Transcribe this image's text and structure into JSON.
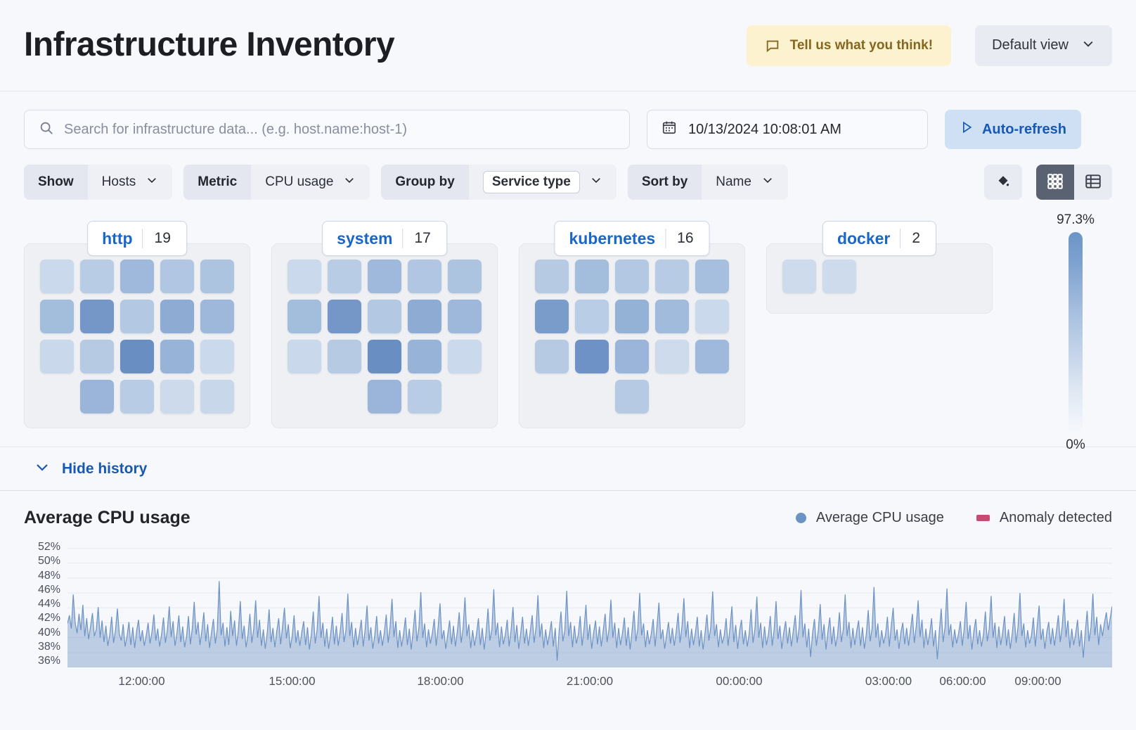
{
  "header": {
    "title": "Infrastructure Inventory",
    "feedback_label": "Tell us what you think!",
    "feedback_icon": "comment-icon",
    "view_label": "Default view",
    "view_icon": "chevron-down-icon"
  },
  "search": {
    "placeholder": "Search for infrastructure data... (e.g. host.name:host-1)",
    "value": "",
    "icon": "search-icon",
    "date_value": "10/13/2024 10:08:01 AM",
    "date_icon": "calendar-icon",
    "refresh_label": "Auto-refresh",
    "refresh_icon": "play-icon"
  },
  "filters": [
    {
      "label": "Show",
      "value": "Hosts",
      "boxed": false,
      "icon": "chevron-down-icon"
    },
    {
      "label": "Metric",
      "value": "CPU usage",
      "boxed": false,
      "icon": "chevron-down-icon"
    },
    {
      "label": "Group by",
      "value": "Service type",
      "boxed": true,
      "icon": "chevron-down-icon"
    },
    {
      "label": "Sort by",
      "value": "Name",
      "boxed": false,
      "icon": "chevron-down-icon"
    }
  ],
  "tools": {
    "palette_icon": "color-fill-icon",
    "grid_icon": "grid-view-icon",
    "table_icon": "table-view-icon",
    "active_view": "grid"
  },
  "legend_scale": {
    "max": "97.3%",
    "min": "0%"
  },
  "groups": [
    {
      "name": "http",
      "count": "19",
      "cells": [
        0.22,
        0.36,
        0.55,
        0.42,
        0.45,
        0.52,
        0.78,
        0.4,
        0.66,
        0.56,
        0.23,
        0.38,
        0.86,
        0.6,
        0.22,
        0.58,
        0.36,
        0.21,
        0.24
      ]
    },
    {
      "name": "system",
      "count": "17",
      "cells": [
        0.22,
        0.36,
        0.55,
        0.42,
        0.45,
        0.52,
        0.78,
        0.4,
        0.66,
        0.56,
        0.23,
        0.38,
        0.86,
        0.6,
        0.22,
        0.58,
        0.36
      ]
    },
    {
      "name": "kubernetes",
      "count": "16",
      "cells": [
        0.38,
        0.52,
        0.4,
        0.37,
        0.5,
        0.75,
        0.35,
        0.62,
        0.53,
        0.22,
        0.38,
        0.82,
        0.58,
        0.2,
        0.55,
        0.38
      ]
    },
    {
      "name": "docker",
      "count": "2",
      "cells": [
        0.2,
        0.2
      ]
    }
  ],
  "history": {
    "toggle_label": "Hide history",
    "toggle_icon": "chevron-down-icon"
  },
  "chart_data": {
    "type": "area",
    "title": "Average CPU usage",
    "xlabel": "",
    "ylabel": "",
    "ylim": [
      36,
      53
    ],
    "grid": true,
    "legend_position": "top-right",
    "legend": [
      {
        "name": "Average CPU usage",
        "color": "#6D92C4",
        "marker": "circle"
      },
      {
        "name": "Anomaly detected",
        "color": "#C64A72",
        "marker": "square"
      }
    ],
    "ytick_labels": [
      "52%",
      "50%",
      "48%",
      "46%",
      "44%",
      "42%",
      "40%",
      "38%",
      "36%"
    ],
    "yticks": [
      52,
      50,
      48,
      46,
      44,
      42,
      40,
      38,
      36
    ],
    "xtick_labels": [
      "12:00:00",
      "15:00:00",
      "18:00:00",
      "21:00:00",
      "00:00:00",
      "03:00:00",
      "06:00:00",
      "09:00:00"
    ],
    "xtick_positions": [
      0.071,
      0.215,
      0.357,
      0.5,
      0.643,
      0.786,
      0.857,
      0.929
    ],
    "series": [
      {
        "name": "Average CPU usage",
        "color": "#6D92C4",
        "values": [
          41.9,
          43.0,
          41.2,
          45.8,
          42.0,
          40.6,
          43.2,
          41.0,
          44.4,
          40.2,
          42.6,
          39.8,
          41.5,
          43.3,
          40.2,
          41.1,
          44.1,
          40.0,
          42.3,
          39.4,
          41.6,
          38.9,
          40.4,
          42.8,
          39.3,
          41.0,
          43.9,
          40.5,
          39.6,
          41.8,
          38.8,
          40.2,
          42.1,
          39.0,
          41.4,
          38.6,
          40.9,
          42.4,
          39.5,
          41.0,
          38.9,
          40.3,
          42.0,
          39.2,
          40.8,
          43.1,
          39.6,
          41.2,
          38.8,
          40.5,
          42.7,
          39.3,
          41.0,
          44.2,
          40.1,
          42.2,
          38.9,
          40.6,
          43.0,
          39.4,
          41.5,
          38.7,
          40.2,
          42.9,
          39.1,
          41.3,
          44.8,
          40.4,
          42.1,
          39.0,
          41.0,
          43.4,
          39.5,
          41.8,
          38.6,
          40.7,
          42.5,
          39.2,
          41.1,
          47.6,
          40.3,
          42.0,
          38.8,
          41.4,
          39.0,
          43.6,
          40.2,
          42.3,
          38.9,
          41.0,
          44.9,
          39.8,
          41.6,
          38.7,
          40.4,
          43.2,
          39.3,
          41.2,
          45.0,
          40.0,
          42.4,
          38.9,
          41.1,
          38.5,
          40.6,
          43.8,
          39.4,
          41.3,
          38.7,
          40.9,
          42.6,
          39.1,
          41.5,
          44.0,
          39.9,
          41.8,
          38.6,
          40.2,
          43.0,
          39.3,
          41.0,
          38.9,
          40.7,
          42.2,
          39.0,
          41.4,
          38.4,
          40.5,
          43.5,
          39.2,
          41.1,
          45.6,
          40.0,
          42.0,
          38.8,
          41.2,
          38.5,
          40.4,
          42.8,
          39.1,
          41.6,
          38.9,
          40.8,
          43.3,
          39.4,
          41.0,
          45.9,
          40.2,
          42.1,
          38.7,
          41.3,
          39.0,
          40.6,
          42.4,
          38.8,
          41.1,
          44.3,
          39.6,
          41.4,
          38.5,
          40.3,
          42.9,
          39.2,
          41.0,
          38.9,
          40.7,
          43.1,
          39.3,
          41.5,
          45.2,
          40.1,
          42.2,
          38.6,
          41.0,
          38.8,
          40.5,
          42.7,
          39.0,
          41.2,
          38.4,
          40.9,
          43.7,
          39.5,
          41.3,
          46.1,
          40.0,
          41.9,
          38.7,
          41.1,
          39.2,
          40.6,
          42.5,
          38.9,
          41.4,
          44.6,
          39.8,
          41.0,
          38.5,
          40.4,
          42.3,
          39.1,
          41.6,
          38.8,
          40.8,
          43.4,
          39.3,
          41.2,
          45.4,
          40.2,
          41.8,
          38.6,
          41.0,
          38.9,
          40.5,
          42.6,
          39.0,
          41.3,
          38.4,
          40.7,
          43.9,
          39.6,
          41.1,
          46.5,
          40.3,
          42.0,
          38.7,
          41.5,
          39.1,
          40.4,
          42.4,
          38.8,
          41.0,
          44.1,
          39.4,
          41.7,
          38.5,
          40.6,
          42.8,
          39.2,
          41.2,
          38.9,
          40.9,
          43.0,
          39.3,
          41.4,
          45.7,
          40.1,
          41.9,
          38.6,
          41.1,
          39.0,
          40.5,
          42.2,
          38.8,
          41.3,
          36.9,
          40.8,
          43.5,
          39.5,
          41.0,
          46.3,
          40.2,
          42.1,
          38.7,
          41.6,
          39.2,
          40.4,
          42.9,
          38.9,
          41.2,
          44.4,
          39.7,
          41.8,
          38.5,
          40.7,
          42.3,
          39.1,
          41.5,
          38.8,
          41.0,
          43.2,
          39.4,
          41.1,
          45.1,
          40.0,
          42.0,
          38.6,
          41.3,
          39.0,
          40.6,
          42.7,
          38.9,
          41.4,
          38.4,
          40.9,
          43.6,
          39.5,
          41.2,
          46.0,
          40.3,
          41.9,
          38.7,
          41.0,
          39.1,
          40.5,
          42.5,
          38.8,
          41.6,
          44.7,
          39.8,
          41.1,
          38.5,
          40.4,
          42.1,
          39.2,
          41.3,
          38.9,
          40.8,
          43.3,
          39.3,
          41.5,
          45.3,
          40.1,
          42.2,
          38.6,
          41.2,
          39.0,
          40.7,
          42.8,
          38.8,
          41.0,
          38.4,
          40.6,
          43.1,
          39.6,
          41.4,
          46.2,
          40.2,
          41.8,
          38.7,
          41.1,
          39.2,
          40.3,
          42.6,
          38.9,
          41.3,
          44.2,
          39.4,
          41.7,
          38.5,
          40.9,
          42.4,
          39.1,
          41.0,
          38.8,
          40.5,
          43.8,
          39.3,
          41.2,
          45.5,
          40.0,
          42.0,
          38.6,
          41.5,
          39.0,
          40.4,
          42.9,
          38.9,
          41.1,
          44.9,
          39.8,
          41.6,
          38.5,
          40.7,
          42.2,
          39.2,
          41.4,
          38.8,
          41.0,
          43.0,
          39.3,
          41.3,
          46.4,
          40.1,
          41.9,
          38.7,
          41.2,
          37.4,
          40.6,
          42.5,
          38.9,
          41.0,
          44.5,
          39.7,
          41.8,
          38.4,
          40.8,
          42.7,
          39.1,
          41.5,
          38.8,
          40.3,
          43.4,
          39.4,
          41.1,
          45.8,
          40.2,
          42.1,
          38.6,
          41.3,
          39.0,
          40.9,
          42.3,
          38.9,
          41.4,
          38.5,
          40.5,
          43.7,
          39.5,
          41.2,
          46.8,
          40.0,
          41.9,
          38.7,
          41.0,
          39.2,
          40.4,
          42.8,
          38.8,
          41.6,
          44.0,
          39.6,
          41.1,
          38.5,
          40.7,
          42.0,
          39.1,
          41.3,
          38.9,
          41.0,
          43.2,
          39.3,
          41.5,
          45.0,
          40.1,
          42.4,
          38.6,
          41.2,
          39.0,
          40.6,
          42.6,
          38.8,
          41.0,
          37.1,
          40.8,
          43.9,
          39.4,
          41.4,
          46.6,
          40.3,
          41.8,
          38.7,
          41.1,
          39.2,
          40.5,
          42.2,
          38.9,
          41.3,
          44.8,
          39.8,
          41.7,
          38.4,
          40.9,
          42.5,
          39.1,
          41.0,
          38.8,
          40.4,
          43.5,
          39.5,
          41.2,
          45.6,
          40.0,
          42.0,
          38.6,
          41.5,
          39.0,
          40.7,
          42.9,
          38.9,
          41.1,
          38.5,
          40.6,
          43.3,
          39.3,
          41.4,
          46.0,
          40.2,
          41.9,
          38.7,
          41.0,
          39.2,
          40.3,
          42.7,
          38.8,
          41.6,
          44.3,
          39.7,
          41.2,
          38.5,
          40.8,
          42.1,
          39.1,
          41.3,
          38.9,
          40.9,
          43.0,
          39.4,
          41.5,
          45.2,
          40.1,
          42.3,
          38.6,
          41.2,
          39.0,
          40.5,
          42.4,
          38.8,
          41.0,
          37.3,
          40.7,
          43.6,
          39.5,
          41.4,
          45.9,
          40.3,
          42.8,
          39.0,
          41.8,
          40.2,
          42.0,
          43.4,
          41.0,
          42.6,
          44.2
        ]
      }
    ]
  }
}
